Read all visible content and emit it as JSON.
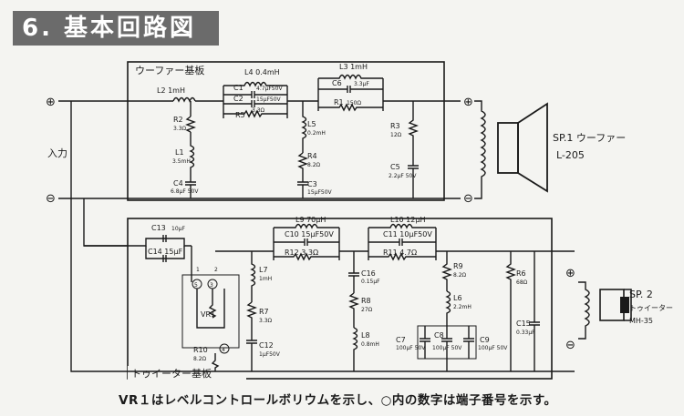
{
  "title": "6. 基本回路図",
  "caption": "VR１はレベルコントロールボリウムを示し、○内の数字は端子番号を示す。",
  "labels": {
    "input": "入力",
    "woofer_board": "ウーファー基板",
    "tweeter_board": "トゥイーター基板",
    "sp1": "SP.1 ウーファー",
    "sp1_model": "L-205",
    "sp2": "SP. 2",
    "sp2_name": "トゥイーター",
    "sp2_model": "MH-35",
    "plus": "⊕",
    "minus": "⊖"
  },
  "components": {
    "L2": "L2 1mH",
    "R2": "R2",
    "R2v": "3.3Ω",
    "L1": "L1",
    "L1v": "3.5mH",
    "C4": "C4",
    "C4v": "6.8μF 50V",
    "L4": "L4 0.4mH",
    "C1": "C1",
    "C1v": "4.7μF50V",
    "C2": "C2",
    "C2v": "15μF50V",
    "R5": "R5",
    "R5v": "3.3Ω",
    "L5": "L5",
    "L5v": "0.2mH",
    "R4": "R4",
    "R4v": "8.2Ω",
    "C3": "C3",
    "C3v": "15μF50V",
    "L3": "L3 1mH",
    "C6": "C6",
    "C6v": "3.3μF",
    "R1": "R1",
    "R1v": "150Ω",
    "R3": "R3",
    "R3v": "12Ω",
    "C5": "C5",
    "C5v": "2.2μF 50V",
    "C13": "C13",
    "C13v": "10μF",
    "C14": "C14 15μF",
    "VR1": "VR1",
    "R10": "R10",
    "R10v": "8.2Ω",
    "L7": "L7",
    "L7v": "1mH",
    "R7": "R7",
    "R7v": "3.3Ω",
    "C12": "C12",
    "C12v": "1μF50V",
    "L9": "L9 70μH",
    "C10": "C10 15μF50V",
    "R12": "R12 3.3Ω",
    "C16": "C16",
    "C16v": "0.15μF",
    "R8": "R8",
    "R8v": "27Ω",
    "L8": "L8",
    "L8v": "0.8mH",
    "L10": "L10 12μH",
    "C11": "C11 10μF50V",
    "R11": "R11 4.7Ω",
    "R9": "R9",
    "R9v": "8.2Ω",
    "L6": "L6",
    "L6v": "2.2mH",
    "C7": "C7",
    "C7v": "100μF 50V",
    "C8": "C8",
    "C8v": "100μF 50V",
    "C9": "C9",
    "C9v": "100μF 50V",
    "R6": "R6",
    "R6v": "68Ω",
    "C15": "C15",
    "C15v": "0.33μF",
    "t1": "1",
    "t2": "2",
    "t3": "3",
    "t4": "4",
    "t5": "5"
  }
}
